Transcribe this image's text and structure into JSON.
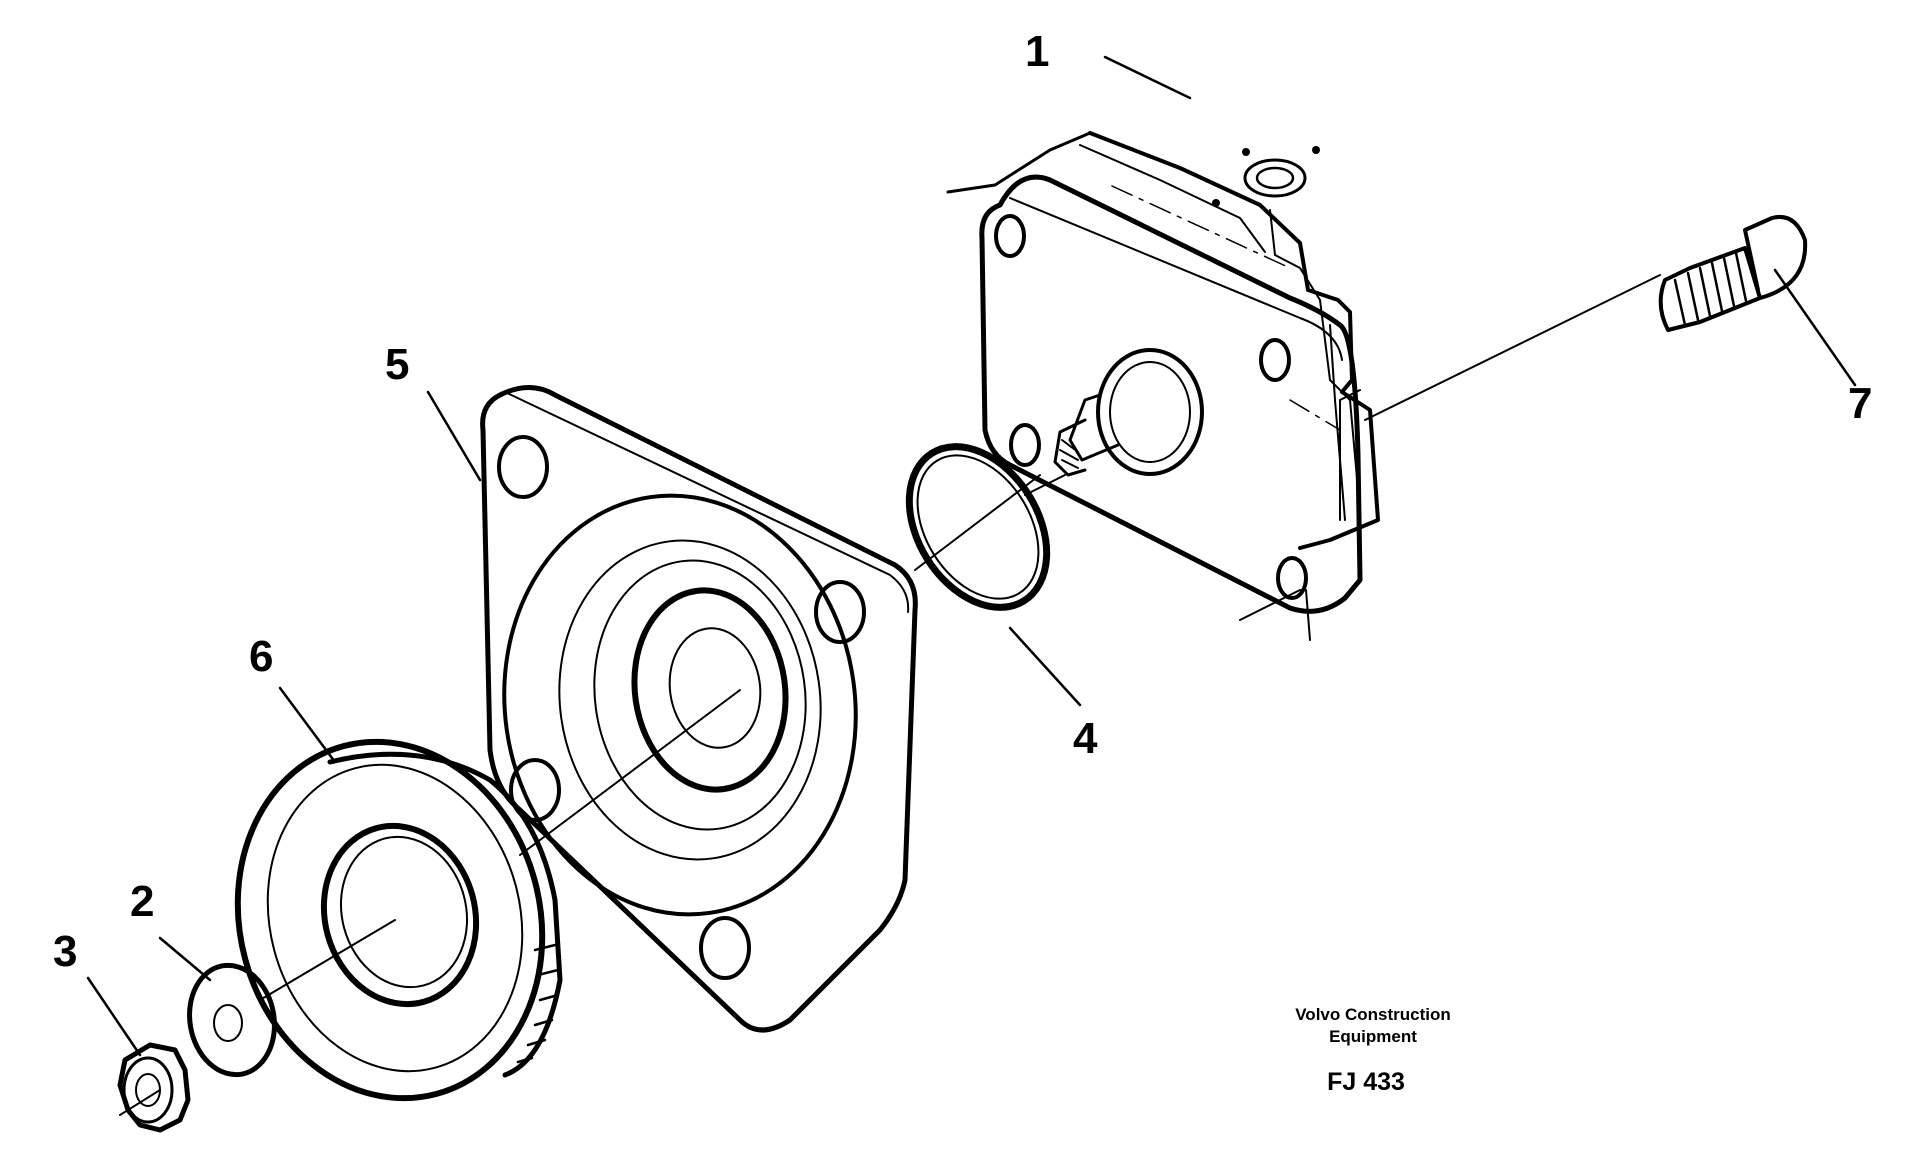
{
  "callouts": [
    "1",
    "2",
    "3",
    "4",
    "5",
    "6",
    "7"
  ],
  "credit": {
    "line1": "Volvo Construction",
    "line2": "Equipment"
  },
  "figure_ref": "FJ 433"
}
